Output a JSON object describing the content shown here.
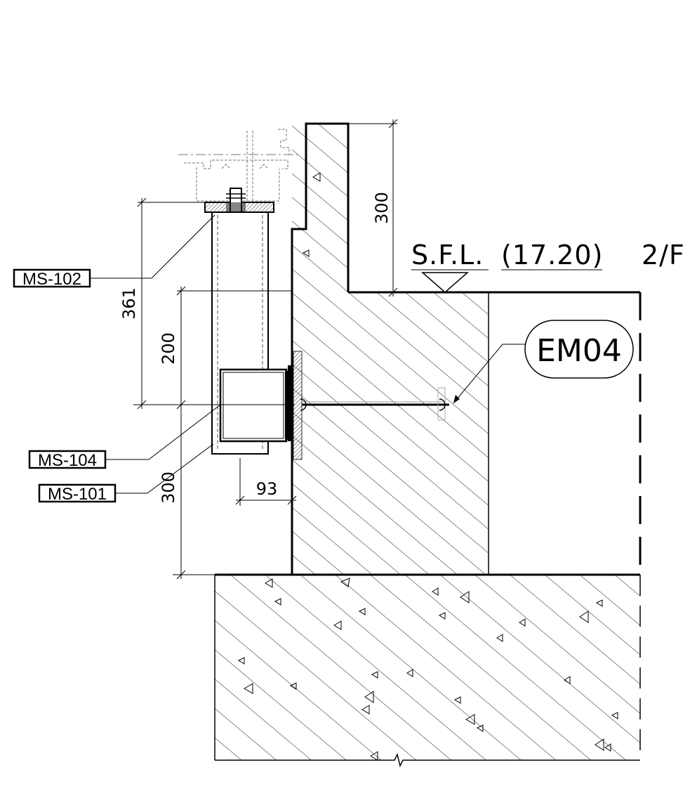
{
  "colors": {
    "line": "#000000",
    "background": "#ffffff",
    "ghost": "#777777"
  },
  "tags": {
    "ms102": "MS-102",
    "ms104": "MS-104",
    "ms101": "MS-101"
  },
  "dimensions": {
    "upstand_height": "300",
    "post_height": "361",
    "bracket_height": "200",
    "base_height": "300",
    "offset_width": "93"
  },
  "level": {
    "label": "S.F.L.",
    "value": "(17.20)",
    "floor": "2/F"
  },
  "callout": {
    "label": "EM04"
  }
}
